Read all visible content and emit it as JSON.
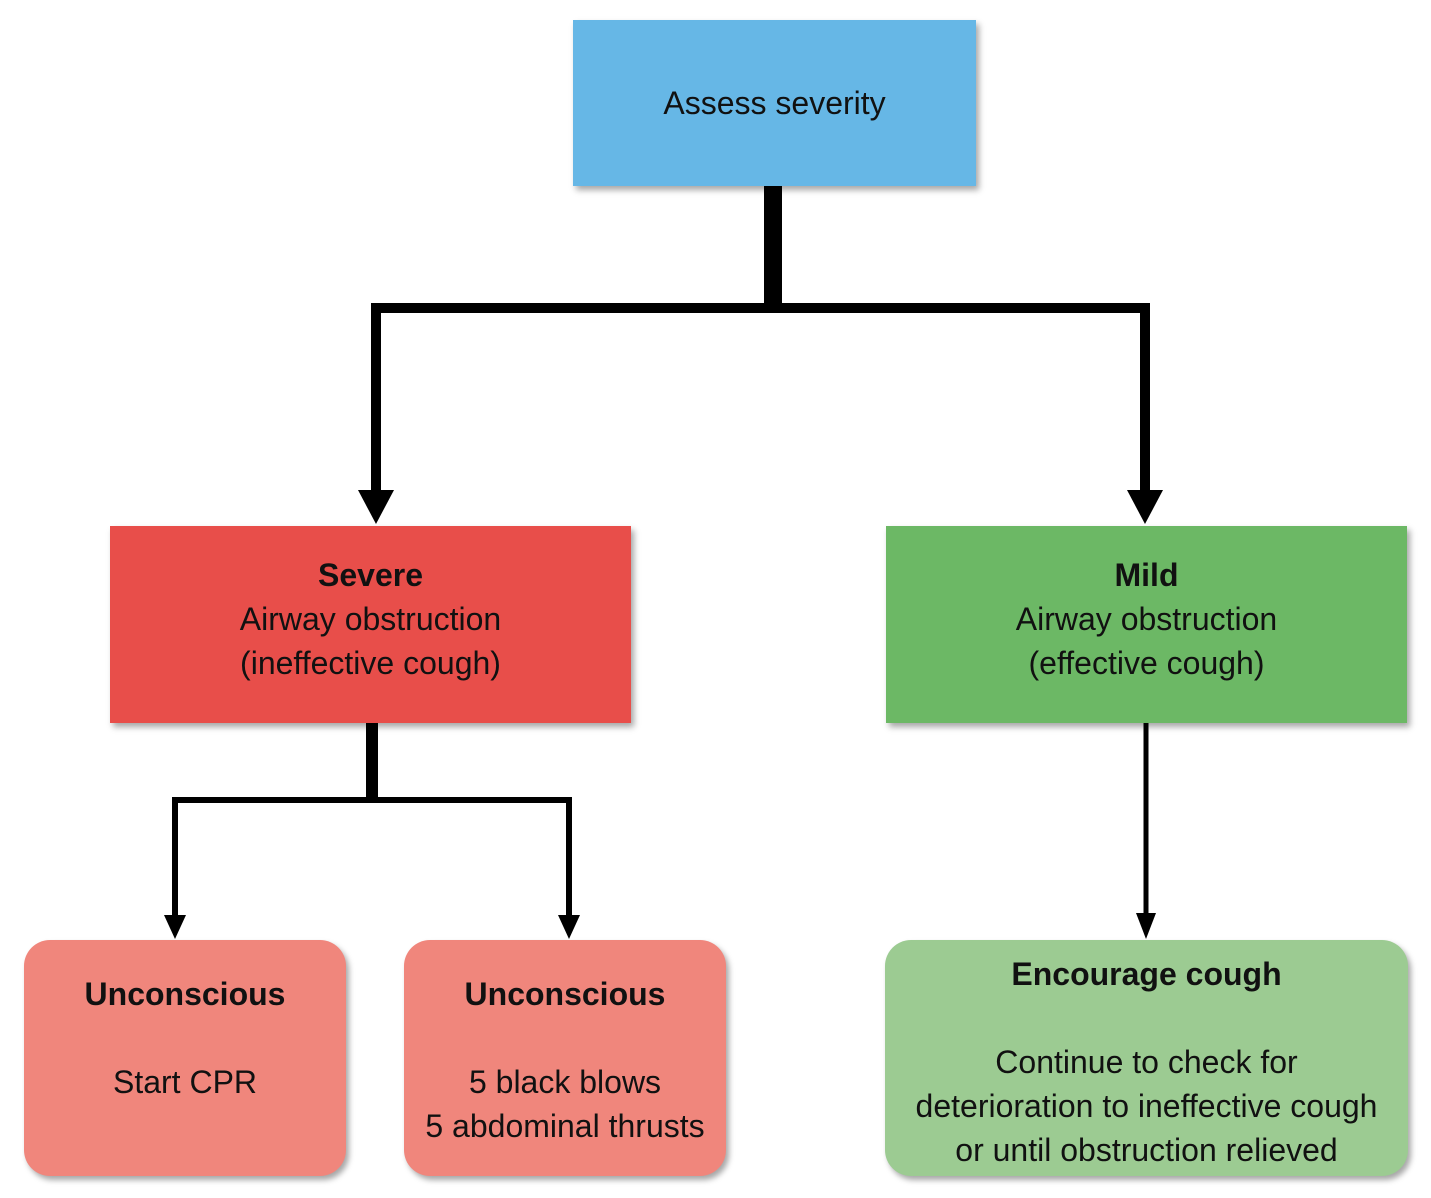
{
  "nodes": {
    "assess": {
      "text": "Assess severity",
      "color": "#66b7e6"
    },
    "severe": {
      "title": "Severe",
      "lines": [
        "Airway obstruction",
        "(ineffective cough)"
      ],
      "color": "#e84e4a"
    },
    "mild": {
      "title": "Mild",
      "lines": [
        "Airway obstruction",
        "(effective cough)"
      ],
      "color": "#6cb865"
    },
    "unconscious_cpr": {
      "title": "Unconscious",
      "lines": [
        "Start CPR"
      ],
      "color": "#f0867c"
    },
    "unconscious_blows": {
      "title": "Unconscious",
      "lines": [
        "5 black blows",
        "5 abdominal thrusts"
      ],
      "color": "#f0867c"
    },
    "encourage": {
      "title": "Encourage cough",
      "lines": [
        "Continue to check for",
        "deterioration to ineffective cough",
        "or until obstruction relieved"
      ],
      "color": "#9ccb92"
    }
  },
  "edges": [
    {
      "from": "assess",
      "to": "severe"
    },
    {
      "from": "assess",
      "to": "mild"
    },
    {
      "from": "severe",
      "to": "unconscious_cpr"
    },
    {
      "from": "severe",
      "to": "unconscious_blows"
    },
    {
      "from": "mild",
      "to": "encourage"
    }
  ]
}
